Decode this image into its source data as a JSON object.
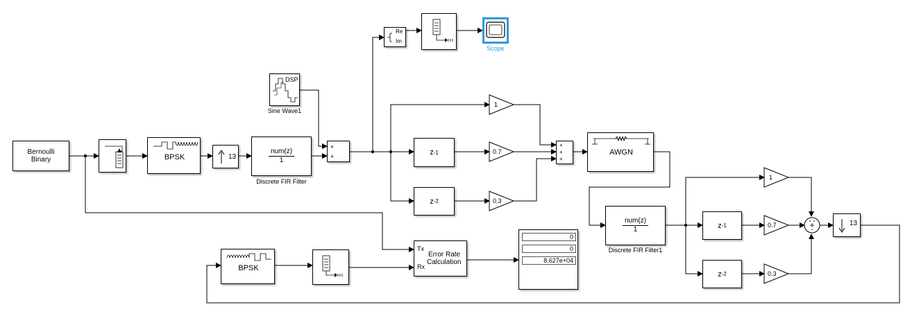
{
  "blocks": {
    "bernoulli": {
      "line1": "Bernoulli",
      "line2": "Binary"
    },
    "bpsk_mod": {
      "label": "BPSK"
    },
    "upsample": {
      "factor": "13"
    },
    "fir1": {
      "num": "num(z)",
      "den": "1",
      "caption": "Discrete FIR Filter"
    },
    "sine": {
      "text": "DSP",
      "caption": "Sine Wave1"
    },
    "sum_add": {
      "in1": "+",
      "in2": "+"
    },
    "re_im": {
      "re": "Re",
      "im": "Im"
    },
    "scope": {
      "caption": "Scope"
    },
    "gain_1a": {
      "value": "1"
    },
    "gain_07a": {
      "value": "0.7"
    },
    "gain_03a": {
      "value": "0.3"
    },
    "delay_1a": {
      "base": "z",
      "exp": "-1"
    },
    "delay_2a": {
      "base": "z",
      "exp": "-2"
    },
    "sum_multi": {
      "in1": "+",
      "in2": "+",
      "in3": "+"
    },
    "awgn": {
      "label": "AWGN"
    },
    "fir2": {
      "num": "num(z)",
      "den": "1",
      "caption": "Discrete FIR Filter1"
    },
    "delay_1b": {
      "base": "z",
      "exp": "-1"
    },
    "delay_2b": {
      "base": "z",
      "exp": "-2"
    },
    "gain_1b": {
      "value": "1"
    },
    "gain_07b": {
      "value": "0.7"
    },
    "gain_03b": {
      "value": "0.3"
    },
    "downsample": {
      "factor": "13"
    },
    "bpsk_demod": {
      "label": "BPSK"
    },
    "err_calc": {
      "tx": "Tx",
      "rx": "Rx",
      "line1": "Error Rate",
      "line2": "Calculation"
    },
    "display": {
      "values": [
        "0",
        "0",
        "8.627e+04"
      ]
    }
  },
  "colors": {
    "selection": "#2f9bd8",
    "line": "#000000"
  }
}
